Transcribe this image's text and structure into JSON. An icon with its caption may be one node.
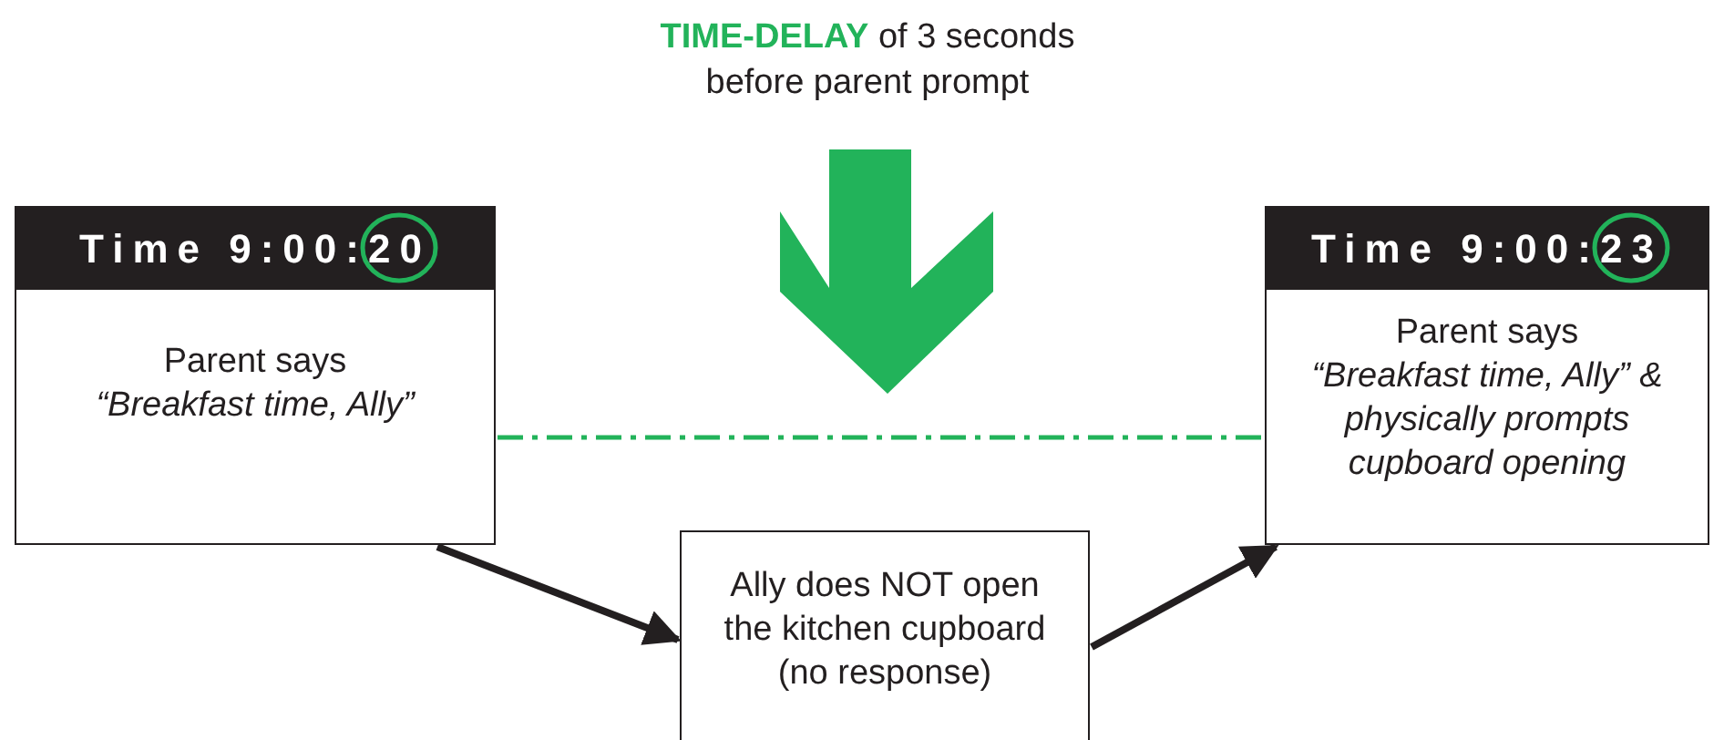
{
  "diagram": {
    "nodes": [
      {
        "text": [
          "Time 9:00:20",
          "Parent says *“Breakfast time, Ally”*"
        ]
      },
      {
        "text": [
          "Time 9:00:23",
          "Parent says *“Breakfast time, Ally” & physically prompts cupboard opening*"
        ]
      },
      {
        "text": [
          "Ally does NOT open the kitchen cupboard (no response)"
        ]
      }
    ],
    "edges": [
      {
        "from": 0,
        "to": 1,
        "arrow": "none",
        "style": "dashed",
        "color": "#22b35a"
      },
      {
        "from": 0,
        "to": 2,
        "arrow": "to"
      },
      {
        "from": 2,
        "to": 1,
        "arrow": "to"
      }
    ],
    "labels": [
      "**TIME-DELAY** of 3 seconds before parent prompt"
    ]
  }
}
